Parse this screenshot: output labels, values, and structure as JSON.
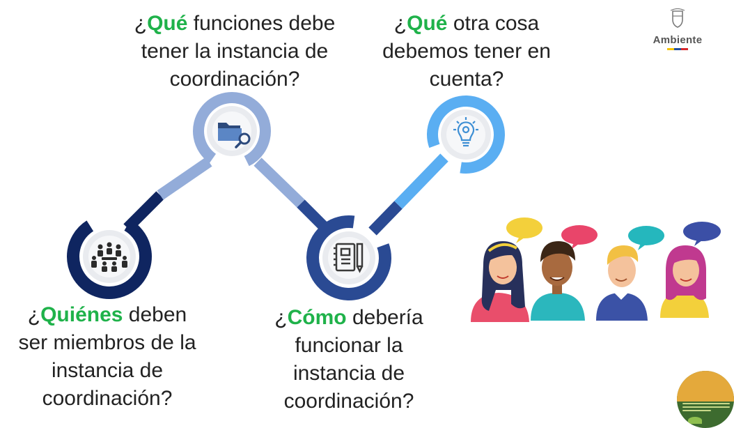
{
  "questions": {
    "funciones": {
      "highlight": "Qué",
      "prefix": "¿",
      "lines": [
        "funciones debe",
        "tener la instancia de",
        "coordinación?"
      ]
    },
    "otra_cosa": {
      "highlight": "Qué",
      "prefix": "¿",
      "lines": [
        "otra cosa",
        "debemos tener en",
        "cuenta?"
      ]
    },
    "quienes": {
      "highlight": "Quiénes",
      "prefix": "¿",
      "lines": [
        "deben",
        "ser miembros de la",
        "instancia de",
        "coordinación?"
      ]
    },
    "como": {
      "highlight": "Cómo",
      "prefix": "¿",
      "lines": [
        "debería",
        "funcionar la",
        "instancia de",
        "coordinación?"
      ]
    }
  },
  "nodes": [
    {
      "id": "quienes",
      "icon": "team-meeting-icon",
      "ring_color": "#0f2560"
    },
    {
      "id": "funciones",
      "icon": "folder-search-icon",
      "ring_color": "#93acd9"
    },
    {
      "id": "como",
      "icon": "notebook-pencil-icon",
      "ring_color": "#2a4a93"
    },
    {
      "id": "otra_cosa",
      "icon": "lightbulb-gear-icon",
      "ring_color": "#5aaef2"
    }
  ],
  "logo": {
    "text": "Ambiente",
    "flag_colors": [
      "#f6c400",
      "#1f4fa0",
      "#d6262b"
    ]
  },
  "colors": {
    "highlight": "#1fb24a",
    "text": "#222222"
  }
}
